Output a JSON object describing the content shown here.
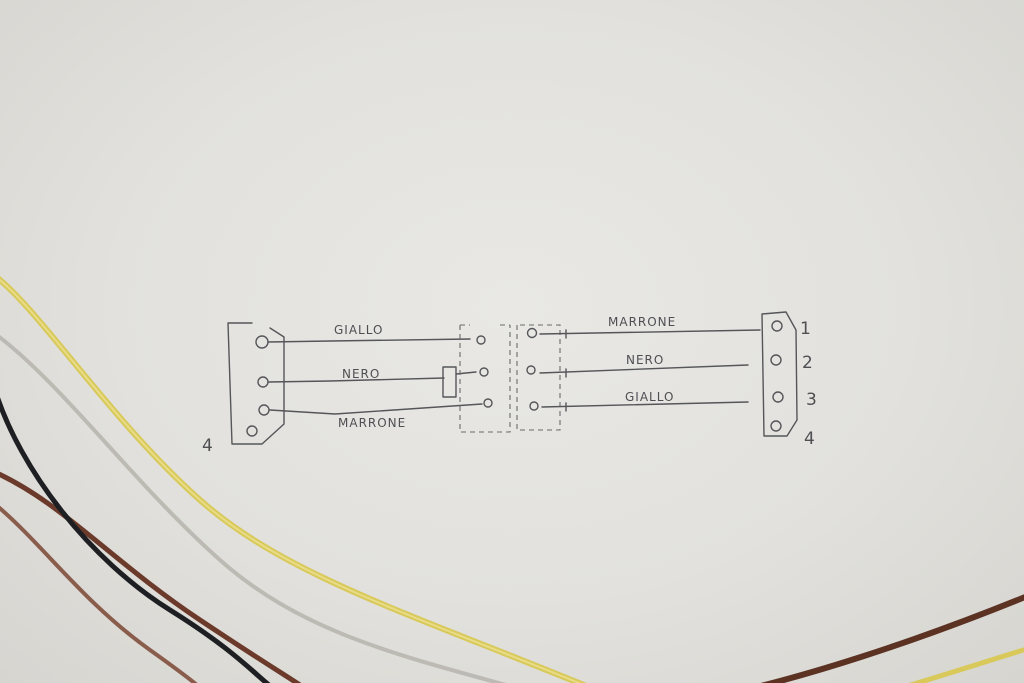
{
  "diagram": {
    "left_connector": {
      "pin_label": "4"
    },
    "wires_left": {
      "top": "GIALLO",
      "middle": "NERO",
      "bottom": "MARRONE"
    },
    "wires_right": {
      "top": "MARRONE",
      "middle": "NERO",
      "bottom": "GIALLO"
    },
    "right_connector": {
      "pin_labels": [
        "1",
        "2",
        "3",
        "4"
      ]
    }
  },
  "colors": {
    "paper": "#e6e5e1",
    "pencil": "#55565a",
    "cable_yellow": "#d8c95a",
    "cable_black": "#1e1f22",
    "cable_brown": "#6b3a2a"
  }
}
